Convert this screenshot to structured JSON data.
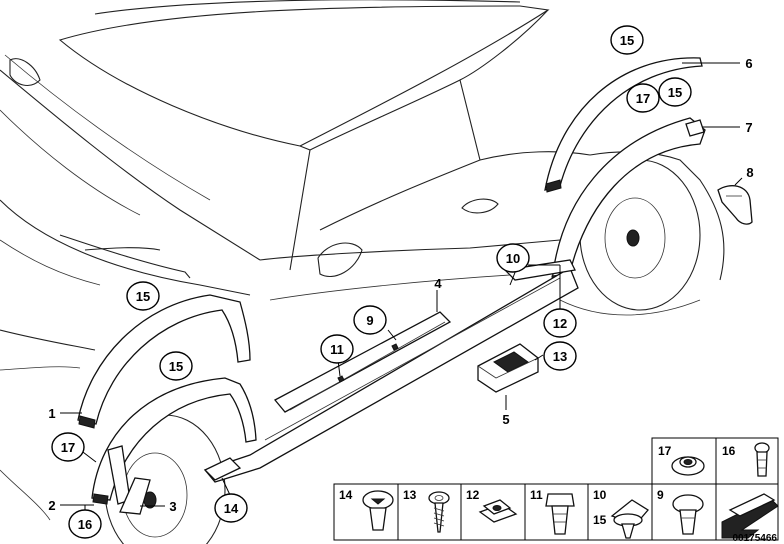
{
  "callouts": {
    "c1": "1",
    "c2": "2",
    "c3": "3",
    "c4": "4",
    "c5": "5",
    "c6": "6",
    "c7": "7",
    "c8": "8",
    "c9": "9",
    "c10": "10",
    "c11": "11",
    "c12": "12",
    "c13": "13",
    "c14": "14",
    "c15a": "15",
    "c15b": "15",
    "c15c": "15",
    "c15d": "15",
    "c16": "16",
    "c17a": "17",
    "c17b": "17"
  },
  "fastener_table": {
    "top_row": [
      "17",
      "16"
    ],
    "bottom_row": [
      "14",
      "13",
      "12",
      "11",
      "10",
      "9"
    ],
    "stacked_label": "15"
  },
  "diagram_id": "00175466"
}
